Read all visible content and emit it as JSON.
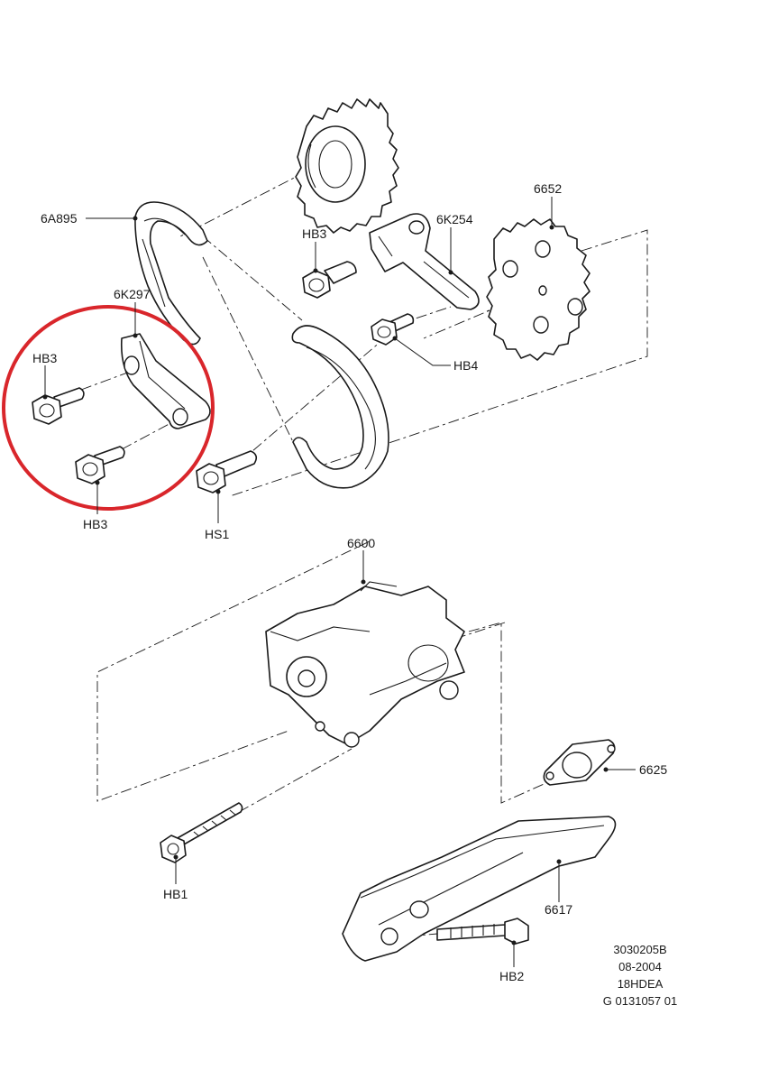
{
  "labels": {
    "chain": "6A895",
    "sprocket_crank": "6652",
    "tensioner_arm": "6K254",
    "guide": "6K297",
    "hb3_top": "HB3",
    "hb3_guide_upper": "HB3",
    "hb3_guide_lower": "HB3",
    "hb4": "HB4",
    "hs1": "HS1",
    "oil_pump": "6600",
    "gasket": "6625",
    "pickup": "6617",
    "hb1": "HB1",
    "hb2": "HB2"
  },
  "reference": {
    "line1": "3030205B",
    "line2": "08-2004",
    "line3": "18HDEA",
    "line4": "G 0131057 01"
  },
  "colors": {
    "highlight": "#d9262b",
    "line": "#1a1a1a"
  }
}
